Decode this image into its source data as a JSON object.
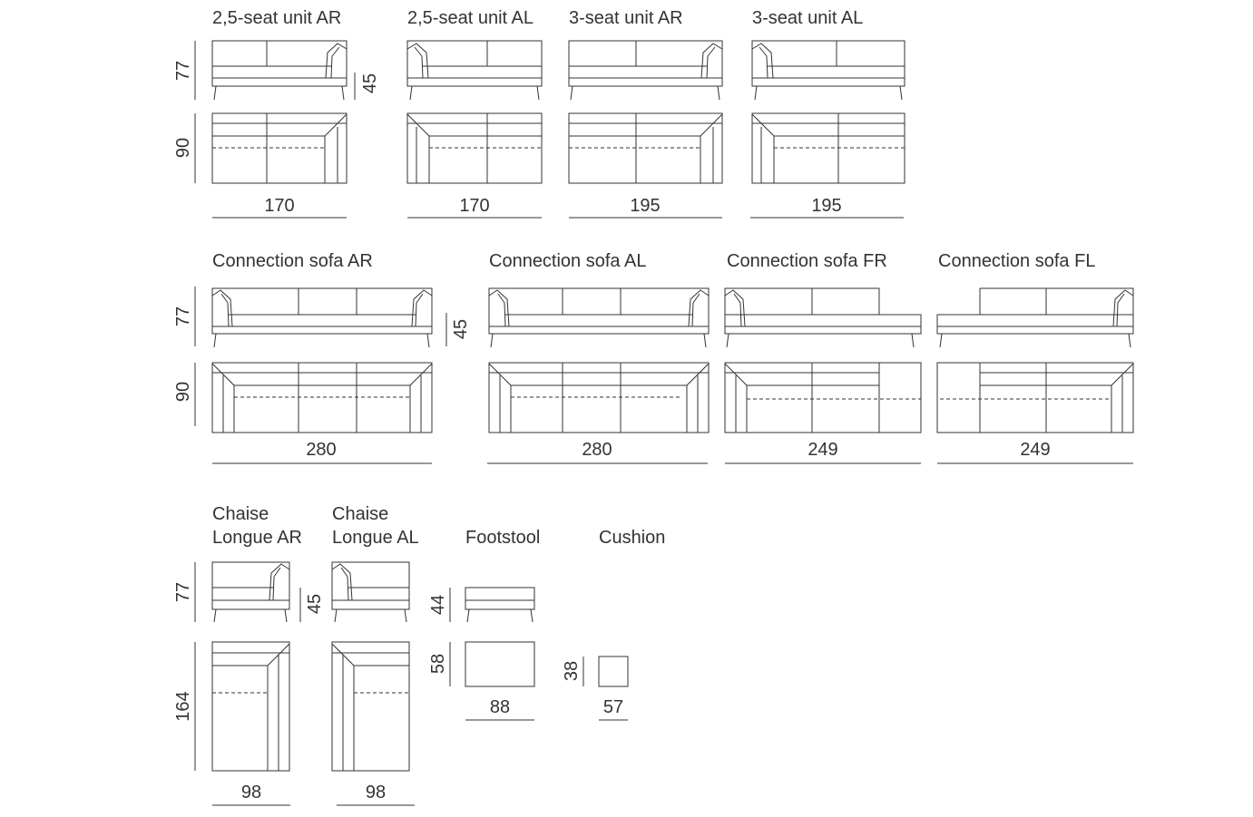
{
  "rows": [
    {
      "height_label": "77",
      "depth_label": "90",
      "units": [
        {
          "title": "2,5-seat unit AR",
          "width": "170",
          "seat_height": "45"
        },
        {
          "title": "2,5-seat unit AL",
          "width": "170"
        },
        {
          "title": "3-seat unit AR",
          "width": "195"
        },
        {
          "title": "3-seat unit AL",
          "width": "195"
        }
      ]
    },
    {
      "height_label": "77",
      "depth_label": "90",
      "units": [
        {
          "title": "Connection sofa AR",
          "width": "280",
          "seat_height": "45"
        },
        {
          "title": "Connection sofa AL",
          "width": "280"
        },
        {
          "title": "Connection sofa FR",
          "width": "249"
        },
        {
          "title": "Connection sofa FL",
          "width": "249"
        }
      ]
    },
    {
      "height_label": "77",
      "depth_label": "164",
      "units": [
        {
          "title_line1": "Chaise",
          "title_line2": "Longue AR",
          "width": "98",
          "seat_height": "45"
        },
        {
          "title_line1": "Chaise",
          "title_line2": "Longue AL",
          "width": "98"
        },
        {
          "title": "Footstool",
          "width": "88",
          "height": "44",
          "depth": "58"
        },
        {
          "title": "Cushion",
          "width": "57",
          "depth": "38"
        }
      ]
    }
  ]
}
